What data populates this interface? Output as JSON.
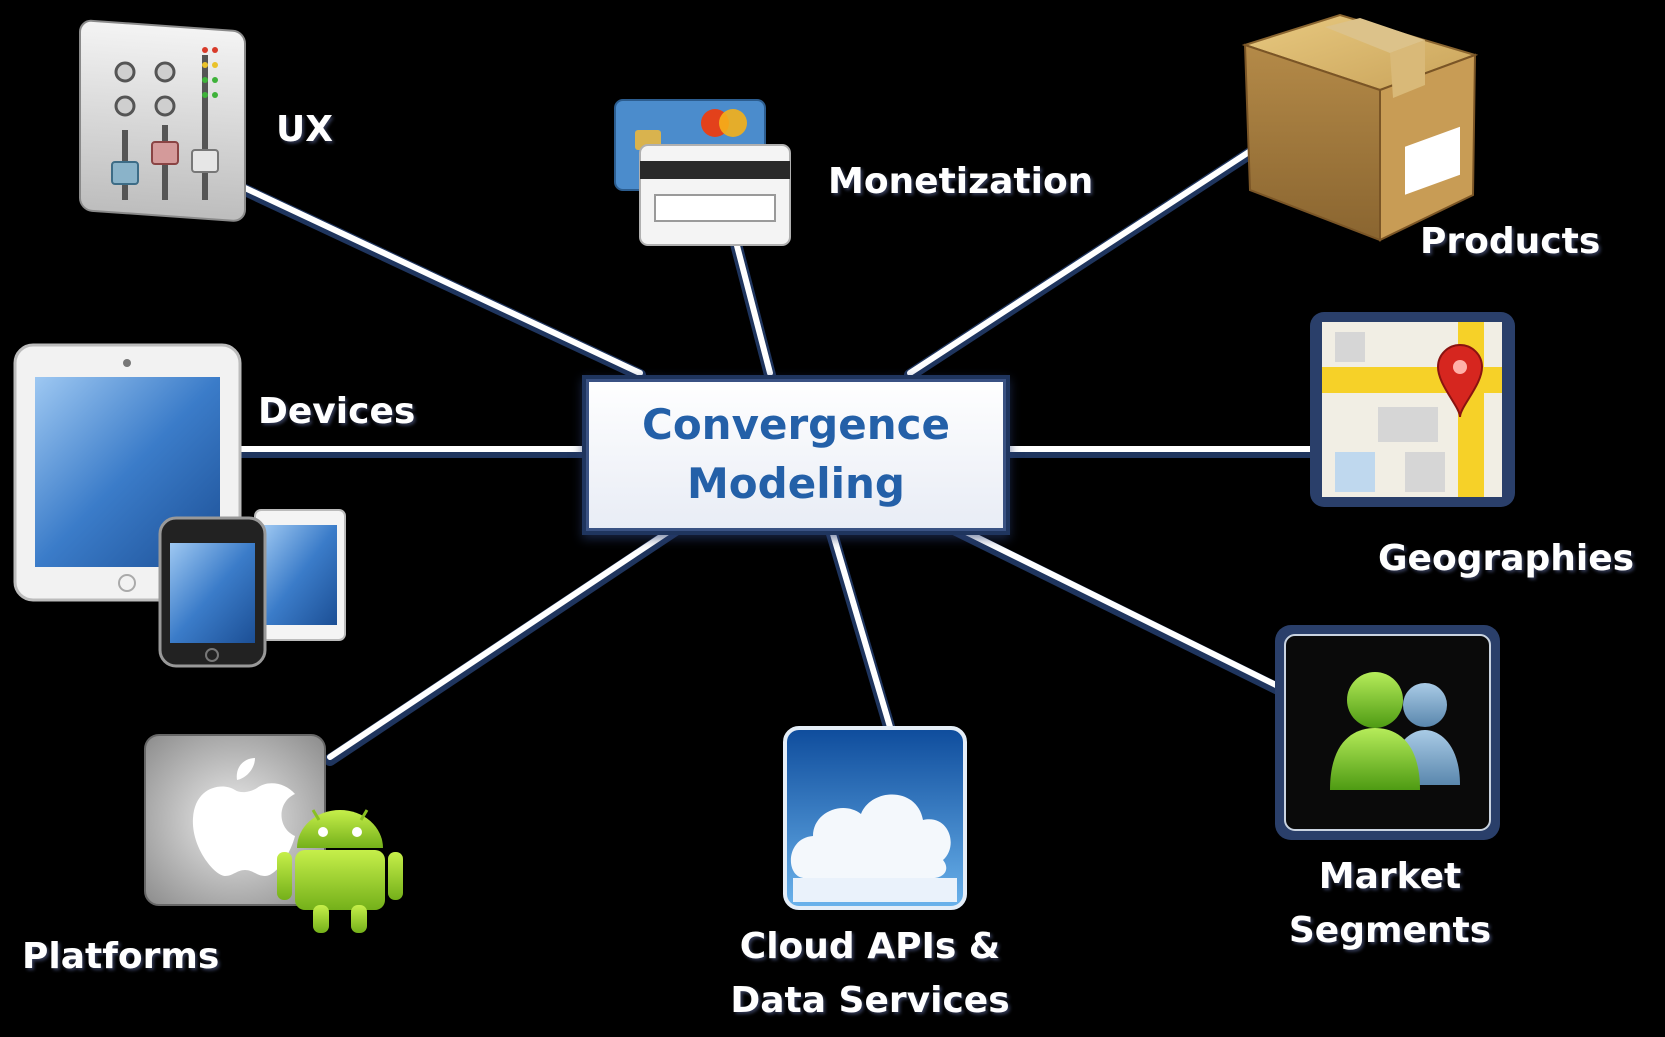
{
  "hub": {
    "line1": "Convergence",
    "line2": "Modeling"
  },
  "nodes": {
    "ux": {
      "label": "UX",
      "icon": "mixer-sliders-icon"
    },
    "monetization": {
      "label": "Monetization",
      "icon": "credit-cards-icon"
    },
    "products": {
      "label": "Products",
      "icon": "cardboard-box-icon"
    },
    "devices": {
      "label": "Devices",
      "icon": "tablet-phone-icon"
    },
    "geographies": {
      "label": "Geographies",
      "icon": "map-pin-icon"
    },
    "platforms": {
      "label": "Platforms",
      "icon": "apple-android-icon"
    },
    "cloud": {
      "line1": "Cloud APIs &",
      "line2": "Data Services",
      "icon": "cloud-icon"
    },
    "market": {
      "line1": "Market",
      "line2": "Segments",
      "icon": "users-icon"
    }
  },
  "colors": {
    "background": "#000000",
    "hub_text": "#2460a8",
    "connector": "#ffffff",
    "connector_shadow": "#1f355e"
  }
}
